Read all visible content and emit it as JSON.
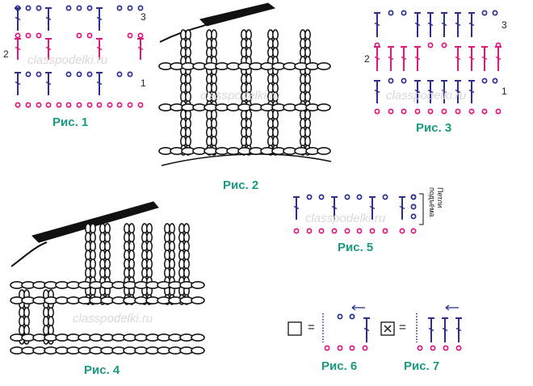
{
  "watermark": "classpodelki.ru",
  "colors": {
    "blue": "#2b2f8e",
    "pink": "#e0177d",
    "teal": "#1a9a80",
    "ink": "#111111"
  },
  "figures": {
    "fig1": {
      "caption": "Рис. 1",
      "rows": [
        "3",
        "2",
        "1"
      ]
    },
    "fig2": {
      "caption": "Рис. 2"
    },
    "fig3": {
      "caption": "Рис. 3",
      "rows": [
        "3",
        "2",
        "1"
      ]
    },
    "fig4": {
      "caption": "Рис. 4"
    },
    "fig5": {
      "caption": "Рис. 5",
      "side_label": "Петли подъёма"
    },
    "fig6": {
      "caption": "Рис. 6",
      "equals": "="
    },
    "fig7": {
      "caption": "Рис. 7",
      "equals": "="
    }
  }
}
